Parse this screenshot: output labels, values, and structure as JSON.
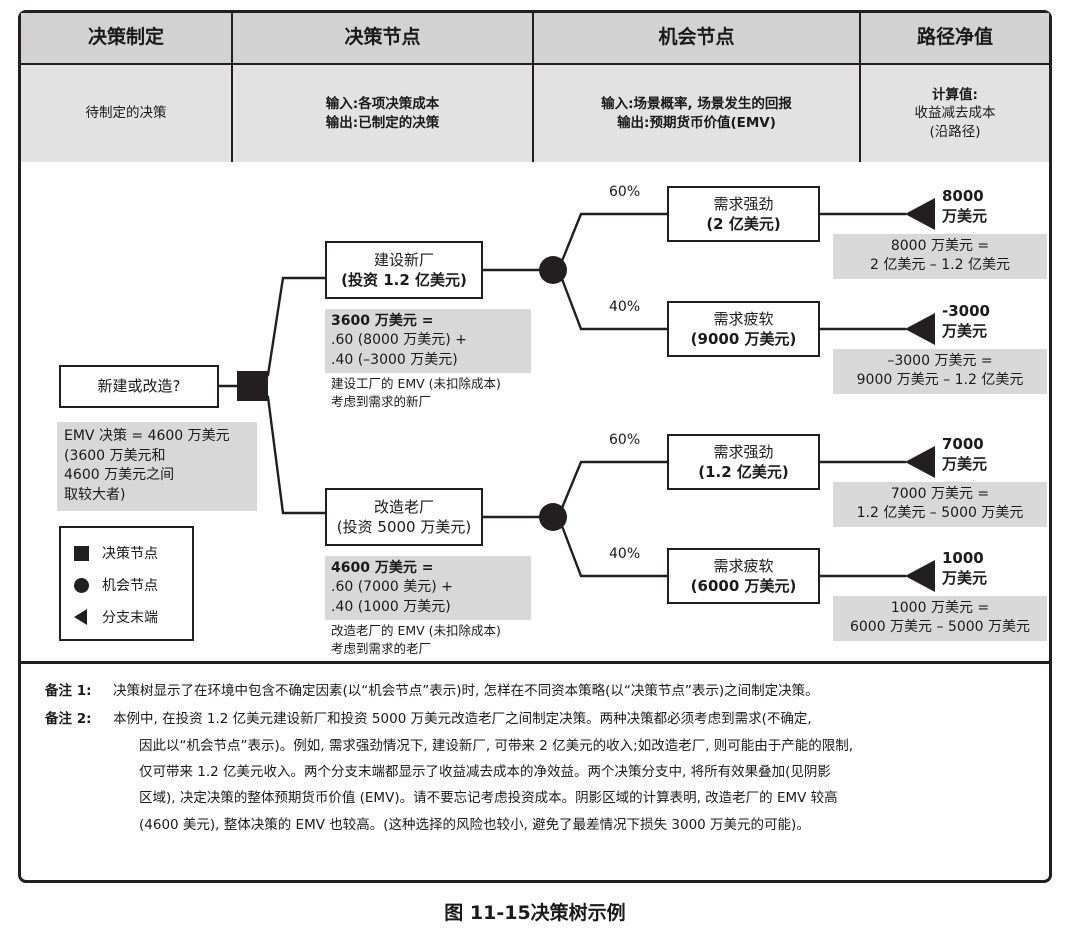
{
  "figure": {
    "caption": "图 11-15决策树示例"
  },
  "header": {
    "columns": [
      {
        "title": "决策制定",
        "body_lines": [
          "待制定的决策"
        ]
      },
      {
        "title": "决策节点",
        "body_lines": [
          "输入:各项决策成本",
          "输出:已制定的决策"
        ]
      },
      {
        "title": "机会节点",
        "body_lines": [
          "输入:场景概率, 场景发生的回报",
          "输出:预期货币价值(EMV)"
        ]
      },
      {
        "title": "路径净值",
        "body_lines": [
          "计算值:",
          "收益减去成本",
          "(沿路径)"
        ]
      }
    ]
  },
  "tree": {
    "root": {
      "label": "新建或改造?",
      "node_icon": "decision-node-square"
    },
    "emv_decision": {
      "line1": "EMV 决策 = 4600 万美元",
      "line2": "(3600 万美元和",
      "line3": "4600 万美元之间",
      "line4": "取较大者)"
    },
    "legend": {
      "items": [
        {
          "icon": "decision-node-square",
          "label": "决策节点"
        },
        {
          "icon": "chance-node-circle",
          "label": "机会节点"
        },
        {
          "icon": "branch-end-triangle",
          "label": "分支末端"
        }
      ]
    },
    "branches": [
      {
        "decision": {
          "line1": "建设新厂",
          "line2": "(投资 1.2 亿美元)"
        },
        "emv_calc": {
          "line1": "3600 万美元 =",
          "line2": ".60 (8000 万美元) +",
          "line3": ".40 (–3000 万美元)"
        },
        "emv_note": {
          "line1": "建设工厂的 EMV (未扣除成本)",
          "line2": "考虑到需求的新厂"
        },
        "outcomes": [
          {
            "probability": "60%",
            "line1": "需求强劲",
            "line2": "(2 亿美元)",
            "leaf_line1": "8000",
            "leaf_line2": "万美元",
            "net_line1": "8000 万美元 =",
            "net_line2": "2 亿美元 – 1.2 亿美元"
          },
          {
            "probability": "40%",
            "line1": "需求疲软",
            "line2": "(9000 万美元)",
            "leaf_line1": "-3000",
            "leaf_line2": "万美元",
            "net_line1": "–3000 万美元 =",
            "net_line2": "9000 万美元 – 1.2 亿美元"
          }
        ]
      },
      {
        "decision": {
          "line1": "改造老厂",
          "line2": "(投资 5000 万美元)"
        },
        "emv_calc": {
          "line1": "4600 万美元 =",
          "line2": ".60 (7000 美元) +",
          "line3": ".40 (1000 万美元)"
        },
        "emv_note": {
          "line1": "改造老厂的 EMV (未扣除成本)",
          "line2": "考虑到需求的老厂"
        },
        "outcomes": [
          {
            "probability": "60%",
            "line1": "需求强劲",
            "line2": "(1.2 亿美元)",
            "leaf_line1": "7000",
            "leaf_line2": "万美元",
            "net_line1": "7000 万美元 =",
            "net_line2": "1.2 亿美元 – 5000 万美元"
          },
          {
            "probability": "40%",
            "line1": "需求疲软",
            "line2": "(6000 万美元)",
            "leaf_line1": "1000",
            "leaf_line2": "万美元",
            "net_line1": "1000 万美元 =",
            "net_line2": "6000 万美元 – 5000 万美元"
          }
        ]
      }
    ]
  },
  "notes": [
    {
      "label": "备注 1:",
      "lines": [
        "决策树显示了在环境中包含不确定因素(以“机会节点”表示)时, 怎样在不同资本策略(以“决策节点”表示)之间制定决策。"
      ]
    },
    {
      "label": "备注 2:",
      "lines": [
        "本例中, 在投资 1.2 亿美元建设新厂和投资 5000 万美元改造老厂之间制定决策。两种决策都必须考虑到需求(不确定,",
        "因此以“机会节点”表示)。例如, 需求强劲情况下, 建设新厂, 可带来 2 亿美元的收入;如改造老厂, 则可能由于产能的限制,",
        "仅可带来 1.2 亿美元收入。两个分支末端都显示了收益减去成本的净效益。两个决策分支中, 将所有效果叠加(见阴影",
        "区域), 决定决策的整体预期货币价值 (EMV)。请不要忘记考虑投资成本。阴影区域的计算表明, 改造老厂的 EMV 较高",
        "(4600 美元), 整体决策的 EMV 也较高。(这种选择的风险也较小, 避免了最差情况下损失 3000 万美元的可能)。"
      ]
    }
  ],
  "colors": {
    "ink": "#231f20",
    "header_title_bg": "#d2d2d2",
    "header_body_bg": "#e2e2e2",
    "shade_bg": "#d8d8d8"
  }
}
